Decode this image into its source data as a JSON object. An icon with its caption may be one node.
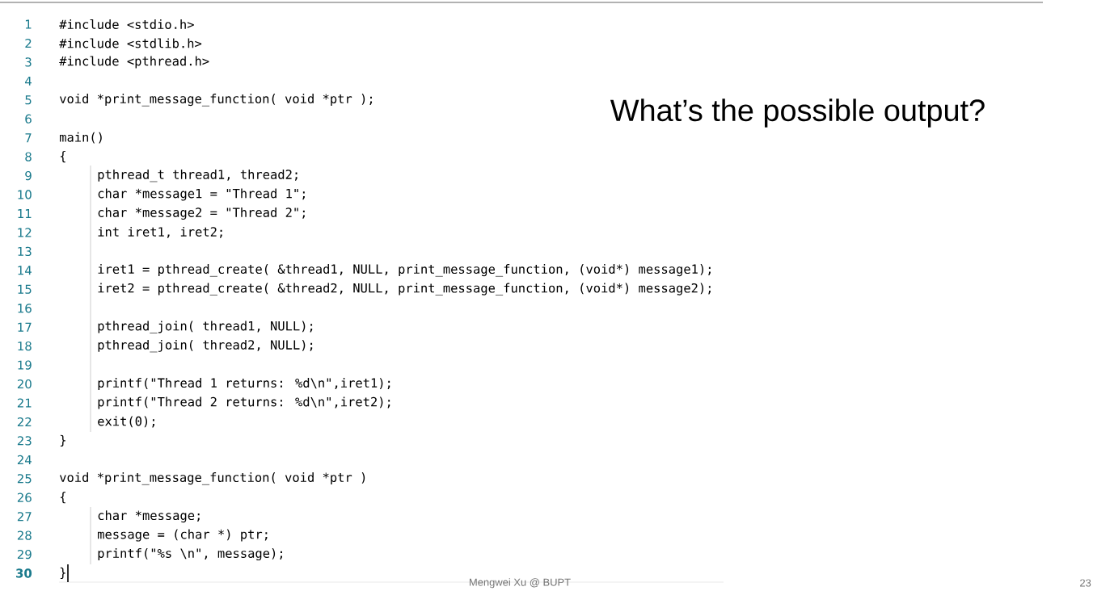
{
  "diagram": {
    "title": "What’s the possible output?",
    "labels": [
      "1",
      "#include <stdio.h>",
      "2",
      "#include <stdlib.h>",
      "3",
      "#include <pthread.h>",
      "4",
      "5",
      "void *print_message_function( void *ptr );",
      "6",
      "7",
      "main()",
      "8",
      "{",
      "9",
      "pthread_t thread1, thread2;",
      "10",
      "char *message1 = \"Thread 1\";",
      "11",
      "char *message2 = \"Thread 2\";",
      "12",
      "int  iret1, iret2;",
      "13",
      "14",
      "iret1 = pthread_create( &thread1, NULL, print_message_function, (void*) message1);",
      "15",
      "iret2 = pthread_create( &thread2, NULL, print_message_function, (void*) message2);",
      "16",
      "17",
      "pthread_join( thread1, NULL);",
      "18",
      "pthread_join( thread2, NULL);",
      "19",
      "20",
      "printf(\"Thread 1 returns: %d\\n\",iret1);",
      "21",
      "printf(\"Thread 2 returns: %d\\n\",iret2);",
      "22",
      "exit(0);",
      "23",
      "}",
      "24",
      "25",
      "void *print_message_function( void *ptr )",
      "26",
      "{",
      "27",
      "char *message;",
      "28",
      "message = (char *) ptr;",
      "29",
      "printf(\"%s \\n\", message);",
      "30",
      "}",
      "Mengwei Xu @ BUPT",
      "23"
    ]
  }
}
